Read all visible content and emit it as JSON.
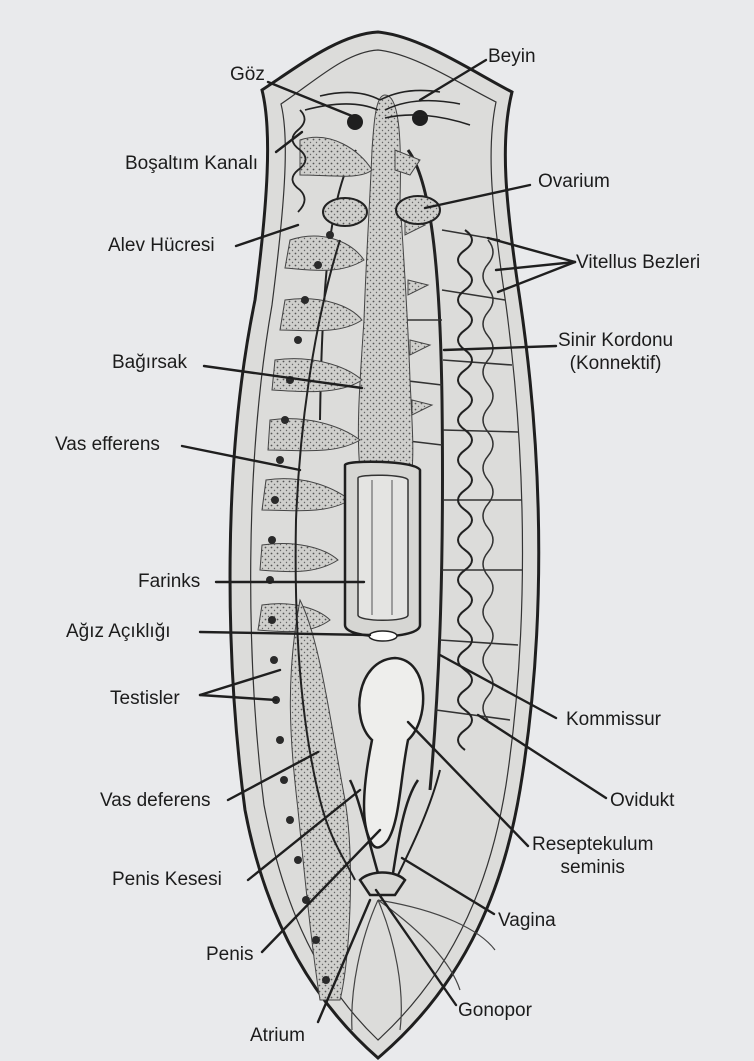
{
  "colors": {
    "background": "#e9eaec",
    "ink": "#1f1f1f",
    "body_fill": "#d8d8d6",
    "gut_fill": "#c9c9c6"
  },
  "labels": {
    "goz": "Göz",
    "beyin": "Beyin",
    "bosaltim_kanali": "Boşaltım Kanalı",
    "ovarium": "Ovarium",
    "alev_hucresi": "Alev Hücresi",
    "vitellus_bezleri": "Vitellus Bezleri",
    "sinir_kordonu_1": "Sinir Kordonu",
    "sinir_kordonu_2": "(Konnektif)",
    "bagirsak": "Bağırsak",
    "vas_efferens": "Vas efferens",
    "farinks": "Farinks",
    "agiz_acikligi": "Ağız Açıklığı",
    "testisler": "Testisler",
    "kommissur": "Kommissur",
    "vas_deferens": "Vas deferens",
    "ovidukt": "Ovidukt",
    "reseptekulum_1": "Reseptekulum",
    "reseptekulum_2": "seminis",
    "penis_kesesi": "Penis Kesesi",
    "vagina": "Vagina",
    "penis": "Penis",
    "gonopor": "Gonopor",
    "atrium": "Atrium"
  }
}
